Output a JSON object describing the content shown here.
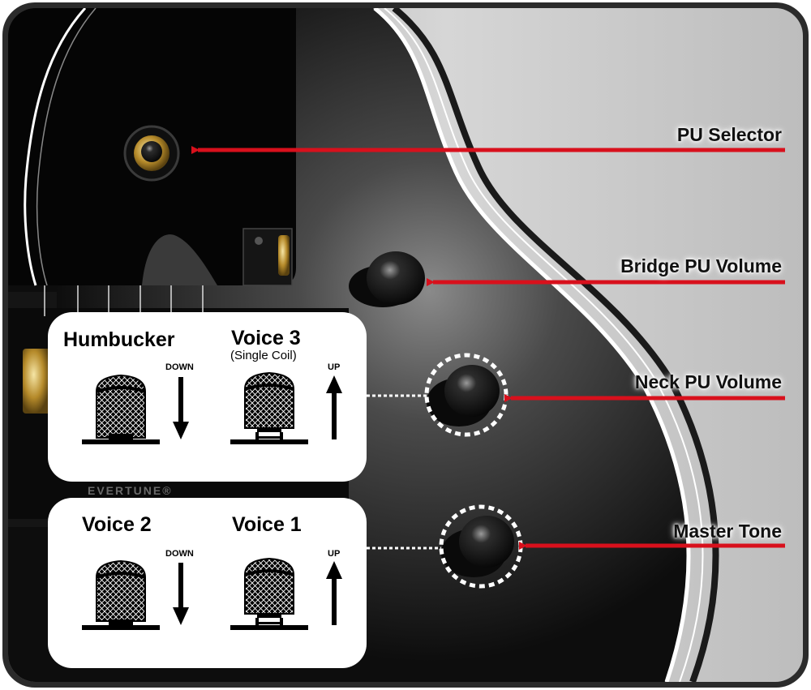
{
  "controls": {
    "pu_selector": "PU Selector",
    "bridge_pu_volume": "Bridge PU Volume",
    "neck_pu_volume": "Neck PU Volume",
    "master_tone": "Master Tone"
  },
  "top_panel": {
    "left_title": "Humbucker",
    "left_direction": "DOWN",
    "right_title": "Voice 3",
    "right_subtitle": "(Single Coil)",
    "right_direction": "UP"
  },
  "bottom_panel": {
    "left_title": "Voice 2",
    "left_direction": "DOWN",
    "right_title": "Voice 1",
    "right_direction": "UP"
  },
  "brand_text": "EVERTUNE®",
  "colors": {
    "arrow": "#d8101c",
    "body_black": "#0b0b0b",
    "background_gray": "#c4c4c4",
    "frame": "#2b2b2b"
  }
}
